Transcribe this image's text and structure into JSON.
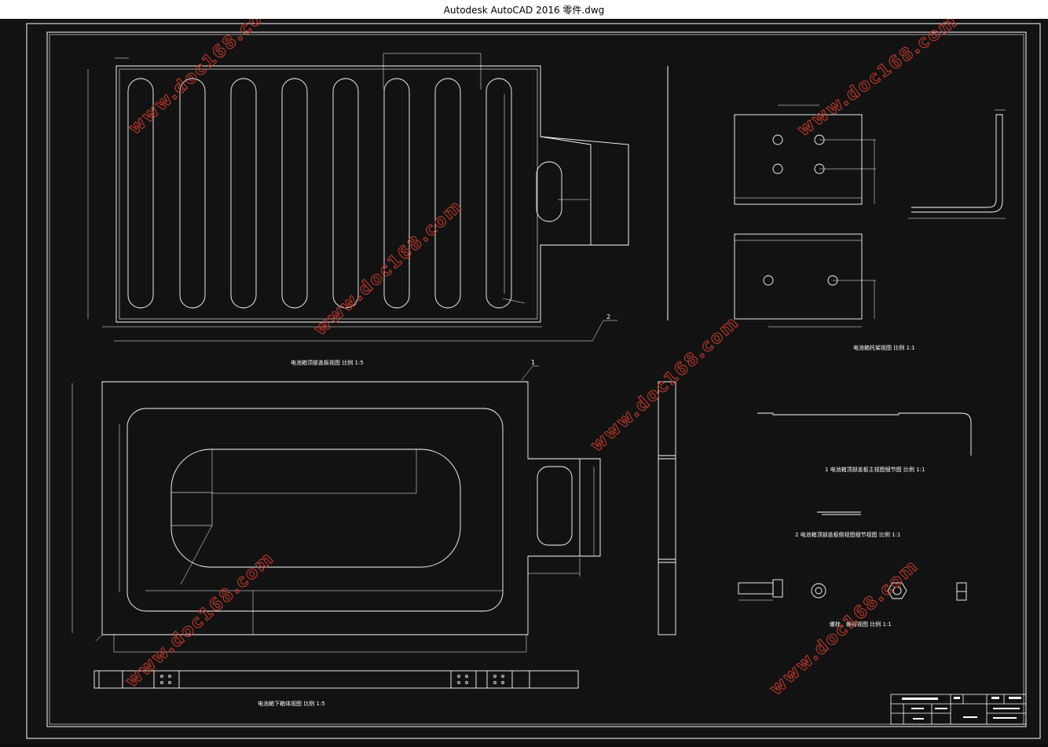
{
  "window": {
    "title": "Autodesk AutoCAD 2016     零件.dwg"
  },
  "drawing": {
    "stroke_color": "#ffffff",
    "background_color": "#121212",
    "watermark_color": "#c0392b",
    "watermark_text": "www.doc168.com",
    "captions": {
      "top_plate": "电池箱顶部盖板视图  比例  1:5",
      "bracket": "电池箱托架视图  比例  1:1",
      "lower_box": "电池箱下箱体视图  比例  1:5",
      "detail1": "1  电池箱顶部盖板主视图细节图  比例  1:1",
      "detail2": "2  电池箱顶部盖板侧视图细节视图  比例  1:1",
      "bolt": "螺栓、螺母视图  比例  1:1"
    },
    "callouts": {
      "one": "1",
      "two": "2"
    }
  }
}
